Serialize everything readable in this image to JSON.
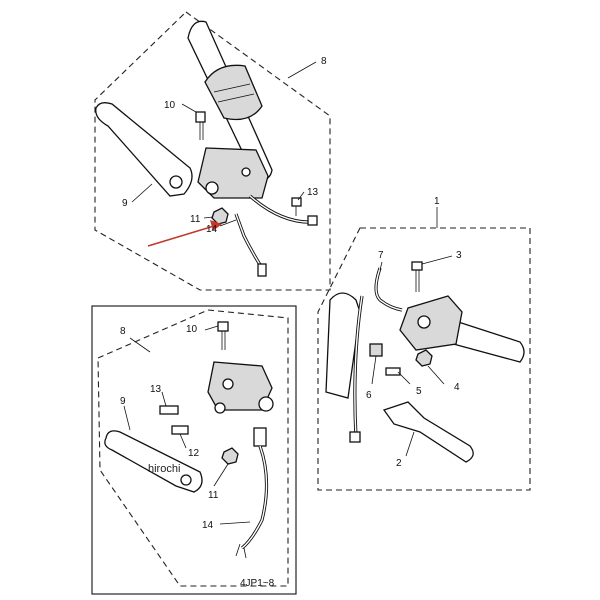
{
  "diagram": {
    "callouts": {
      "top": {
        "c8": "8",
        "c10": "10",
        "c9": "9",
        "c13": "13",
        "c11": "11",
        "c14": "14"
      },
      "right": {
        "c1": "1",
        "c7": "7",
        "c3": "3",
        "c6": "6",
        "c5": "5",
        "c4": "4",
        "c2": "2"
      },
      "lower": {
        "c8": "8",
        "c10": "10",
        "c9": "9",
        "c13": "13",
        "c12": "12",
        "c11": "11",
        "c14": "14"
      }
    },
    "model_label": "4JP1~8",
    "watermark": "hirochi",
    "colors": {
      "arrow": "#c0392b",
      "line": "#111111"
    }
  }
}
